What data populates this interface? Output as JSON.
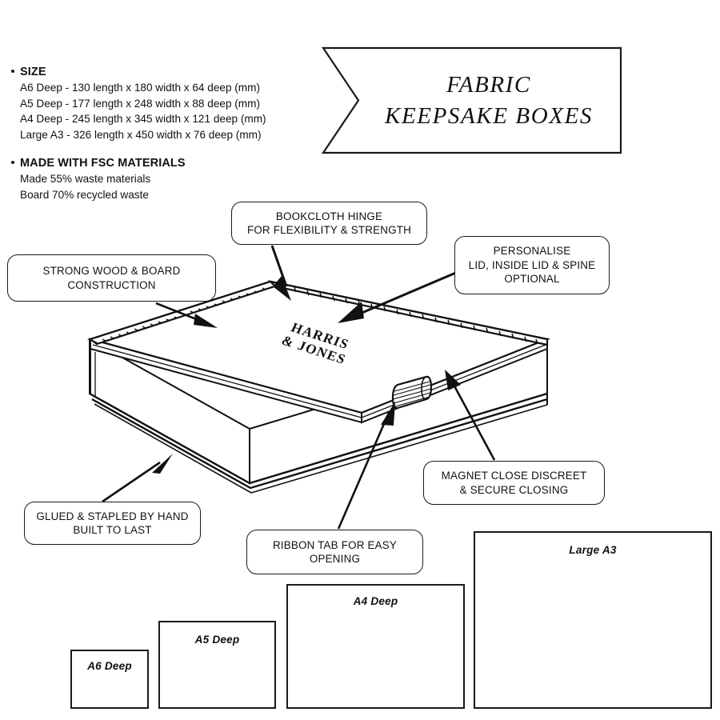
{
  "banner": {
    "line1": "FABRIC",
    "line2": "KEEPSAKE BOXES"
  },
  "specs": {
    "size": {
      "heading": "SIZE",
      "lines": [
        "A6 Deep - 130 length x 180 width x 64 deep (mm)",
        "A5 Deep - 177 length x 248 width x 88 deep (mm)",
        "A4 Deep - 245 length x 345 width x 121 deep (mm)",
        "Large A3 - 326 length x 450 width x 76 deep (mm)"
      ]
    },
    "materials": {
      "heading": "MADE WITH FSC MATERIALS",
      "lines": [
        "Made 55% waste materials",
        "Board 70% recycled waste"
      ]
    }
  },
  "callouts": {
    "bookcloth": {
      "line1": "BOOKCLOTH HINGE",
      "line2": "FOR FLEXIBILITY & STRENGTH"
    },
    "personalise": {
      "line1": "PERSONALISE",
      "line2": "LID, INSIDE LID & SPINE",
      "line3": "OPTIONAL"
    },
    "construction": {
      "line1": "STRONG WOOD & BOARD",
      "line2": "CONSTRUCTION"
    },
    "magnet": {
      "line1": "MAGNET CLOSE DISCREET",
      "line2": "& SECURE CLOSING"
    },
    "glued": {
      "line1": "GLUED & STAPLED BY HAND",
      "line2": "BUILT TO LAST"
    },
    "ribbon": {
      "line1": "RIBBON TAB FOR EASY",
      "line2": "OPENING"
    }
  },
  "product": {
    "brand_line1": "HARRIS",
    "brand_line2": "& JONES"
  },
  "size_rects": {
    "a6": "A6 Deep",
    "a5": "A5 Deep",
    "a4": "A4 Deep",
    "a3": "Large A3"
  },
  "colors": {
    "ink": "#111111",
    "stroke": "#1a1a1a",
    "paper": "#ffffff"
  }
}
